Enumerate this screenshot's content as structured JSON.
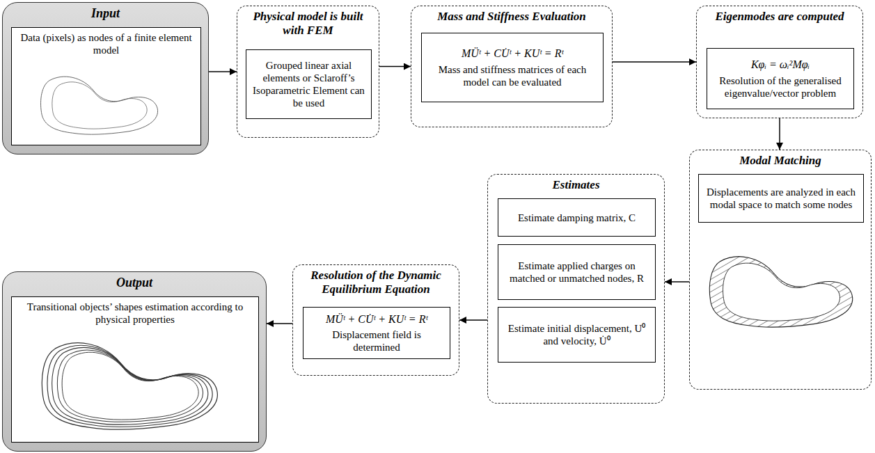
{
  "diagram": {
    "nodes": [
      {
        "text": [
          "Input"
        ]
      },
      {
        "text": [
          "Data (pixels) as nodes of a finite element model"
        ],
        "in": 0
      },
      {
        "text": [
          "Physical model is built with FEM"
        ]
      },
      {
        "text": [
          "Grouped linear axial elements or Sclaroff’s Isoparametric Element can be used"
        ],
        "in": 2
      },
      {
        "text": [
          "Mass and Stiffness Evaluation"
        ]
      },
      {
        "text": [
          "MÜᵗ + CU̇ᵗ + KUᵗ = Rᵗ",
          "Mass and stiffness matrices of each model can be evaluated"
        ],
        "in": 4
      },
      {
        "text": [
          "Eigenmodes are computed"
        ]
      },
      {
        "text": [
          "Kφᵢ = ωᵢ²Mφᵢ",
          "Resolution of the generalised eigenvalue/vector problem"
        ],
        "in": 6
      },
      {
        "text": [
          "Modal Matching"
        ]
      },
      {
        "text": [
          "Displacements are analyzed in each modal space to match some nodes"
        ],
        "in": 8
      },
      {
        "text": [
          "Estimates"
        ]
      },
      {
        "text": [
          "Estimate damping matrix, C"
        ],
        "in": 10
      },
      {
        "text": [
          "Estimate applied charges on matched or unmatched nodes, R"
        ],
        "in": 10
      },
      {
        "text": [
          "Estimate initial displacement, U⁰ and velocity, U̇⁰"
        ],
        "in": 10
      },
      {
        "text": [
          "Resolution of the Dynamic Equilibrium Equation"
        ]
      },
      {
        "text": [
          "MÜᵗ + CU̇ᵗ + KUᵗ = Rᵗ",
          "Displacement field is determined"
        ],
        "in": 14
      },
      {
        "text": [
          "Output"
        ]
      },
      {
        "text": [
          "Transitional objects’ shapes estimation according to physical properties"
        ],
        "in": 16
      }
    ],
    "edges": [
      {
        "from": 0,
        "to": 2,
        "arrow": "to"
      },
      {
        "from": 2,
        "to": 4,
        "arrow": "to"
      },
      {
        "from": 4,
        "to": 6,
        "arrow": "to"
      },
      {
        "from": 6,
        "to": 8,
        "arrow": "to"
      },
      {
        "from": 8,
        "to": 10,
        "arrow": "to"
      },
      {
        "from": 10,
        "to": 14,
        "arrow": "to"
      },
      {
        "from": 14,
        "to": 16,
        "arrow": "to"
      }
    ]
  }
}
